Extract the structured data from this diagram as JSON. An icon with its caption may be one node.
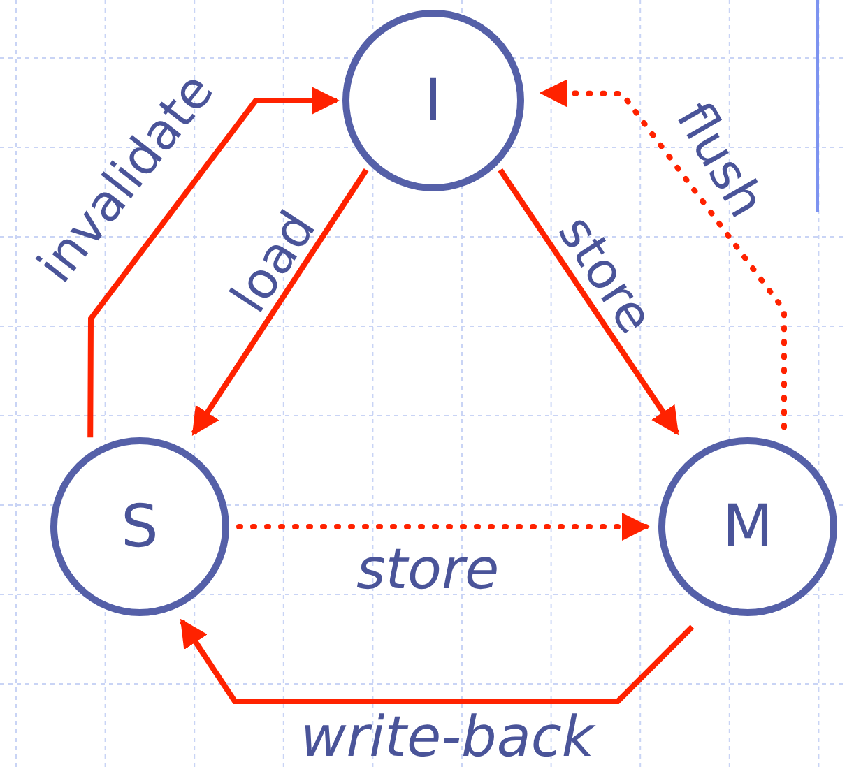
{
  "diagram": {
    "nodes": [
      {
        "text": [
          "I"
        ]
      },
      {
        "text": [
          "S"
        ]
      },
      {
        "text": [
          "M"
        ]
      }
    ],
    "edges": [
      {
        "from": 1,
        "to": 0,
        "arrow": "to",
        "label": "invalidate"
      },
      {
        "from": 0,
        "to": 1,
        "arrow": "to",
        "label": "load"
      },
      {
        "from": 0,
        "to": 2,
        "arrow": "to",
        "label": "store"
      },
      {
        "from": 2,
        "to": 0,
        "arrow": "to",
        "label": "flush",
        "style": "dashed"
      },
      {
        "from": 1,
        "to": 2,
        "arrow": "to",
        "label": "store",
        "style": "dashed"
      },
      {
        "from": 2,
        "to": 1,
        "arrow": "to",
        "label": "write-back"
      }
    ]
  }
}
